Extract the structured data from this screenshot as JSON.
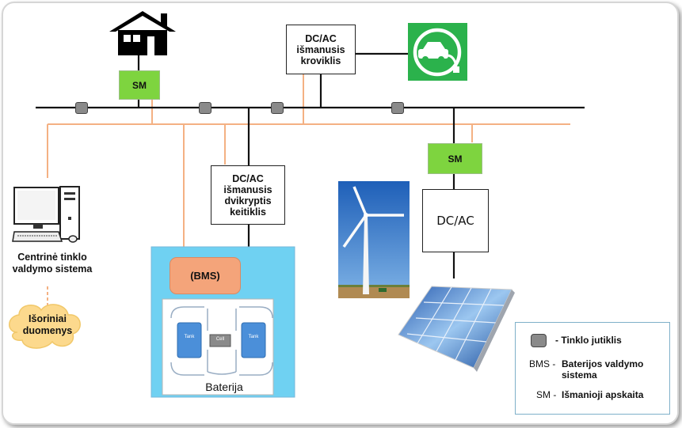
{
  "top_charger": {
    "line1": "DC/AC",
    "line2": "išmanusis",
    "line3": "kroviklis"
  },
  "converter": {
    "line1": "DC/AC",
    "line2": "išmanusis",
    "line3": "dvikryptis",
    "line4": "keitiklis"
  },
  "sm_label": "SM",
  "solar_converter": "DC/AC",
  "control_system": {
    "line1": "Centrinė tinklo",
    "line2": "valdymo sistema"
  },
  "external_data": {
    "line1": "Išoriniai",
    "line2": "duomenys"
  },
  "bms_label": "(BMS)",
  "battery_label": "Baterija",
  "battery_inner": {
    "tank_left": "Tank",
    "tank_right": "Tank",
    "cell": "Cell"
  },
  "legend": {
    "sensor": "- Tinklo jutiklis",
    "bms_key": "BMS -",
    "bms_line1": "Baterijos valdymo",
    "bms_line2": "sistema",
    "sm_key": "SM -",
    "sm_text": "Išmanioji apskaita"
  },
  "colors": {
    "grid_line": "#111111",
    "signal_line": "#f4b183",
    "sm_green": "#7ed43f",
    "ev_green": "#2bb24c",
    "bms_orange": "#f4a47a",
    "battery_bg": "#6fd1f2"
  }
}
